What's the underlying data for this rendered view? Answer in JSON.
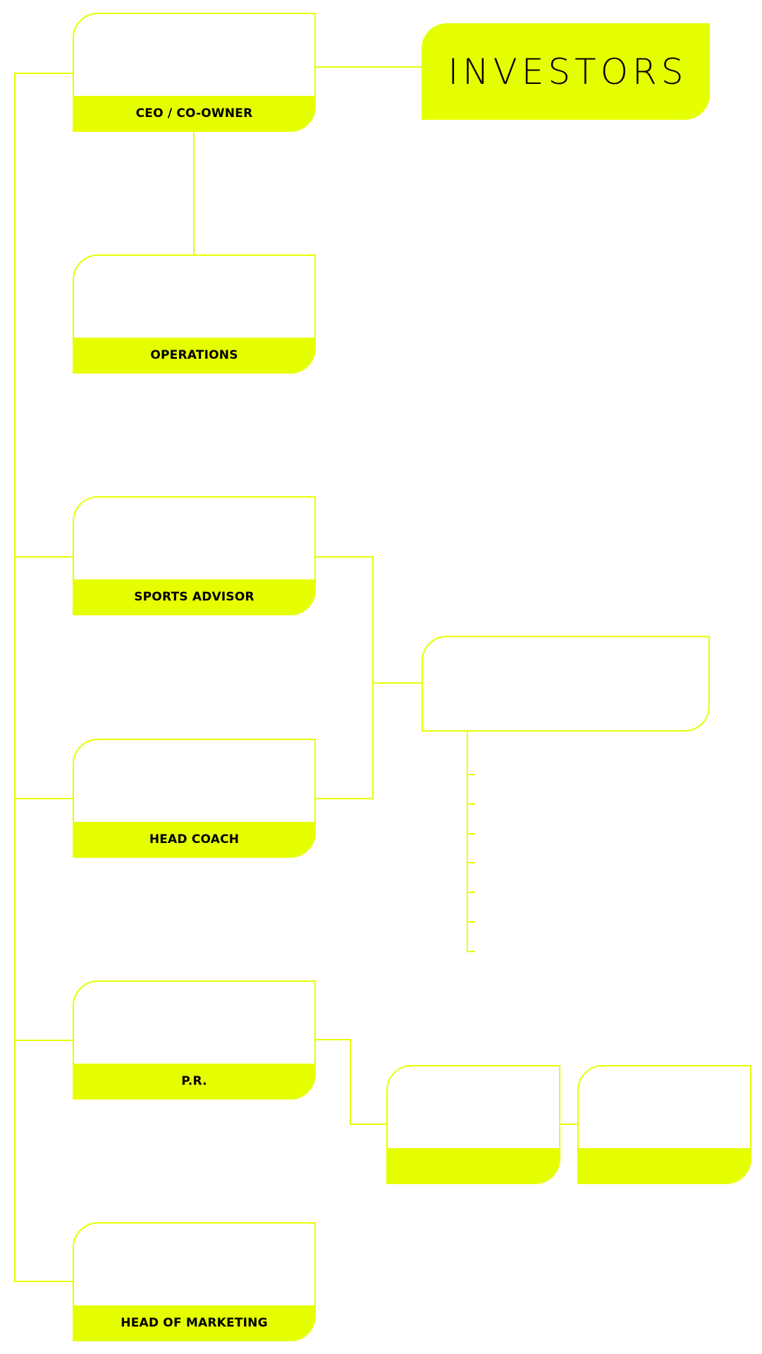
{
  "chart": {
    "accent_color": "#E6FF00",
    "text_color": "#000000",
    "investors": {
      "label": "INVESTORS"
    },
    "nodes": [
      {
        "id": "ceo",
        "label": "CEO / CO-OWNER"
      },
      {
        "id": "operations",
        "label": "OPERATIONS"
      },
      {
        "id": "sports-advisor",
        "label": "SPORTS ADVISOR"
      },
      {
        "id": "head-coach",
        "label": "HEAD COACH"
      },
      {
        "id": "pr",
        "label": "P.R."
      },
      {
        "id": "head-of-marketing",
        "label": "HEAD OF MARKETING"
      }
    ],
    "pr_subnodes": [
      {
        "id": "pr-sub-1",
        "label": ""
      },
      {
        "id": "pr-sub-2",
        "label": ""
      }
    ],
    "coach_group": {
      "label": "",
      "list_item_count": 7
    }
  }
}
